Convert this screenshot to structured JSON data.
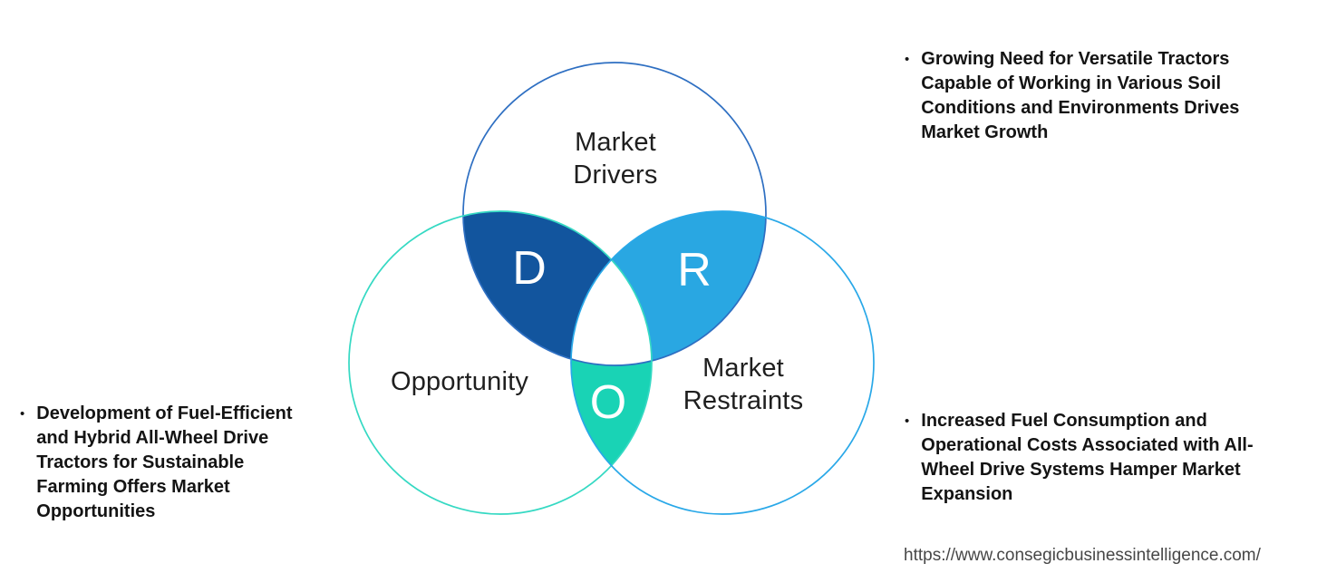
{
  "venn": {
    "drivers_label": "Market\nDrivers",
    "opportunity_label": "Opportunity",
    "restraints_label": "Market\nRestraints",
    "lens_d": {
      "letter": "D",
      "color": "#12559e"
    },
    "lens_r": {
      "letter": "R",
      "color": "#29a7e2"
    },
    "lens_o": {
      "letter": "O",
      "color": "#19d3b5"
    },
    "center_color": "#ffffff",
    "circle_strokes": {
      "drivers": "#2e6fc2",
      "opportunity": "#35d9c3",
      "restraints": "#29a8e8"
    }
  },
  "bullets": {
    "marker": "•",
    "drivers": "Growing Need for Versatile Tractors\nCapable of Working in Various Soil\nConditions and Environments Drives\nMarket Growth",
    "opportunities": "Development of Fuel-Efficient\nand Hybrid All-Wheel Drive\nTractors for Sustainable\nFarming Offers Market\nOpportunities",
    "restraints": "Increased Fuel Consumption and\nOperational Costs Associated with All-\nWheel Drive Systems Hamper Market\nExpansion"
  },
  "footer": {
    "url": "https://www.consegicbusinessintelligence.com/"
  }
}
